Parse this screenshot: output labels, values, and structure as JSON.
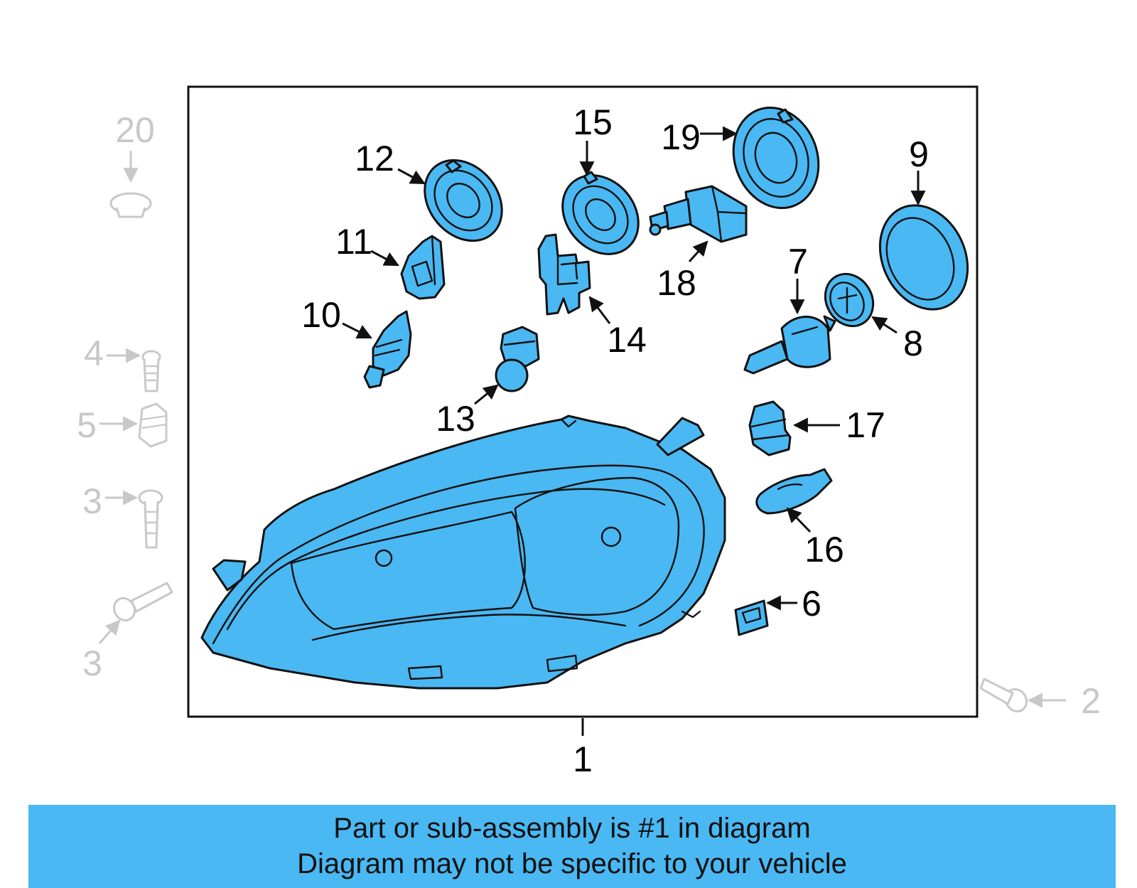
{
  "callouts": {
    "c1": "1",
    "c2": "2",
    "c3a": "3",
    "c3b": "3",
    "c4": "4",
    "c5": "5",
    "c6": "6",
    "c7": "7",
    "c8": "8",
    "c9": "9",
    "c10": "10",
    "c11": "11",
    "c12": "12",
    "c13": "13",
    "c14": "14",
    "c15": "15",
    "c16": "16",
    "c17": "17",
    "c18": "18",
    "c19": "19",
    "c20": "20"
  },
  "banner": {
    "line1": "Part or sub-assembly is #1 in diagram",
    "line2": "Diagram may not be specific to your vehicle"
  },
  "colors": {
    "highlight": "#4ab8f2",
    "outline": "#111111",
    "outside_parts": "#c8c8c8"
  }
}
